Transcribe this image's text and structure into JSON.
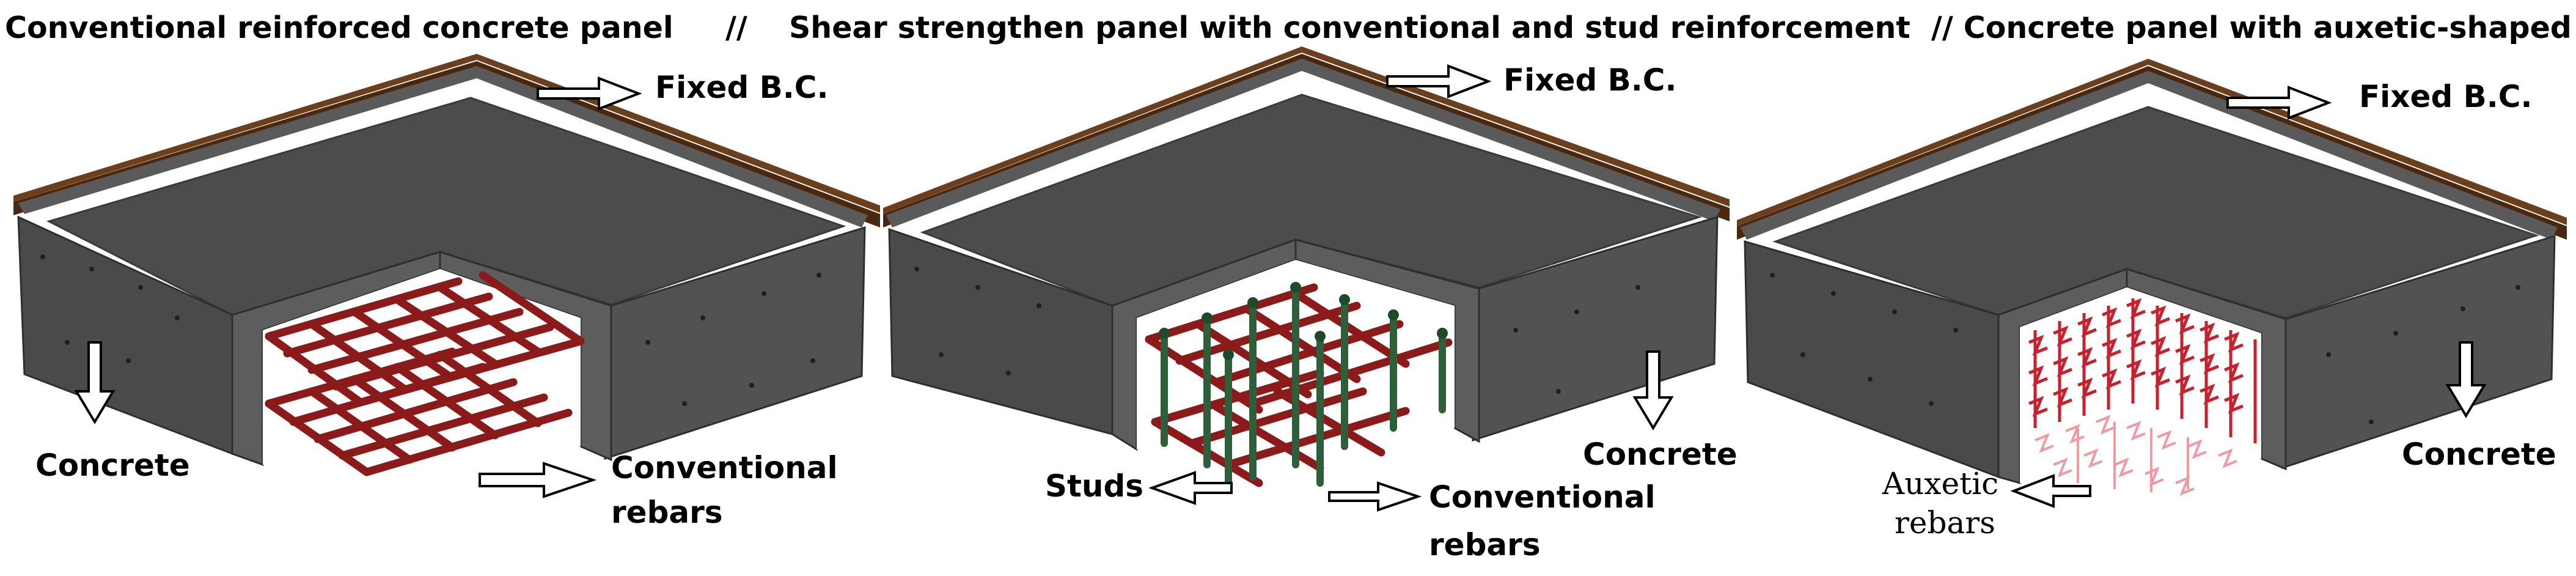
{
  "title": "Conventional reinforced concrete panel     //    Shear strengthen panel with conventional and stud reinforcement  // Concrete panel with auxetic-shaped rebars",
  "panels": [
    {
      "fixed_label": "Fixed B.C.",
      "concrete_label": "Concrete",
      "rebar_label_line1": "Conventional",
      "rebar_label_line2": "rebars"
    },
    {
      "fixed_label": "Fixed B.C.",
      "concrete_label": "Concrete",
      "studs_label": "Studs",
      "rebar_label_line1": "Conventional",
      "rebar_label_line2": "rebars"
    },
    {
      "fixed_label": "Fixed B.C.",
      "concrete_label": "Concrete",
      "rebar_label_line1": "Auxetic",
      "rebar_label_line2": "rebars"
    }
  ],
  "colors": {
    "concrete": "#4a4a4a",
    "boundary_plate": "#6b3e1c",
    "conventional_rebar": "#8b1a1a",
    "stud": "#2f5f3a",
    "auxetic_rebar": "#c4222e"
  }
}
